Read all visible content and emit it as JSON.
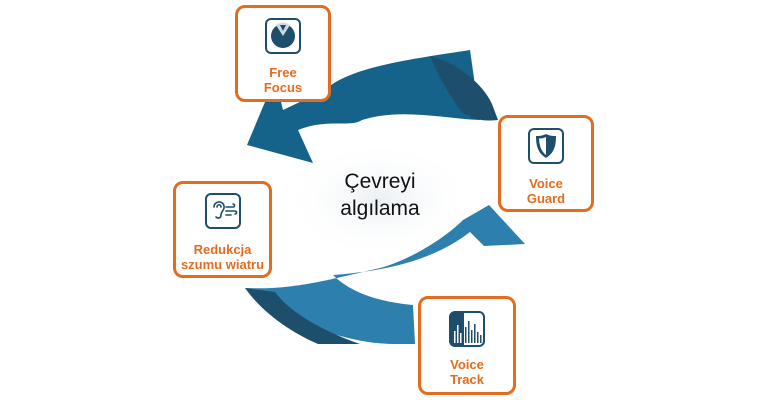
{
  "center": {
    "line1": "Çevreyi",
    "line2": "algılama"
  },
  "cards": {
    "free_focus": {
      "line1": "Free",
      "line2": "Focus",
      "icon": "free-focus-icon"
    },
    "voice_guard": {
      "line1": "Voice",
      "line2": "Guard",
      "icon": "shield-icon"
    },
    "voice_track": {
      "line1": "Voice",
      "line2": "Track",
      "icon": "voice-track-icon"
    },
    "wind_reduction": {
      "line1": "Redukcja",
      "line2": "szumu wiatru",
      "icon": "ear-wind-icon"
    }
  },
  "colors": {
    "arrow_dark": "#1d4f6c",
    "arrow_mid": "#15628a",
    "arrow_light": "#2d7fae",
    "card_border": "#e36c1e",
    "label_text": "#e36c1e",
    "icon": "#1d4f6c"
  }
}
